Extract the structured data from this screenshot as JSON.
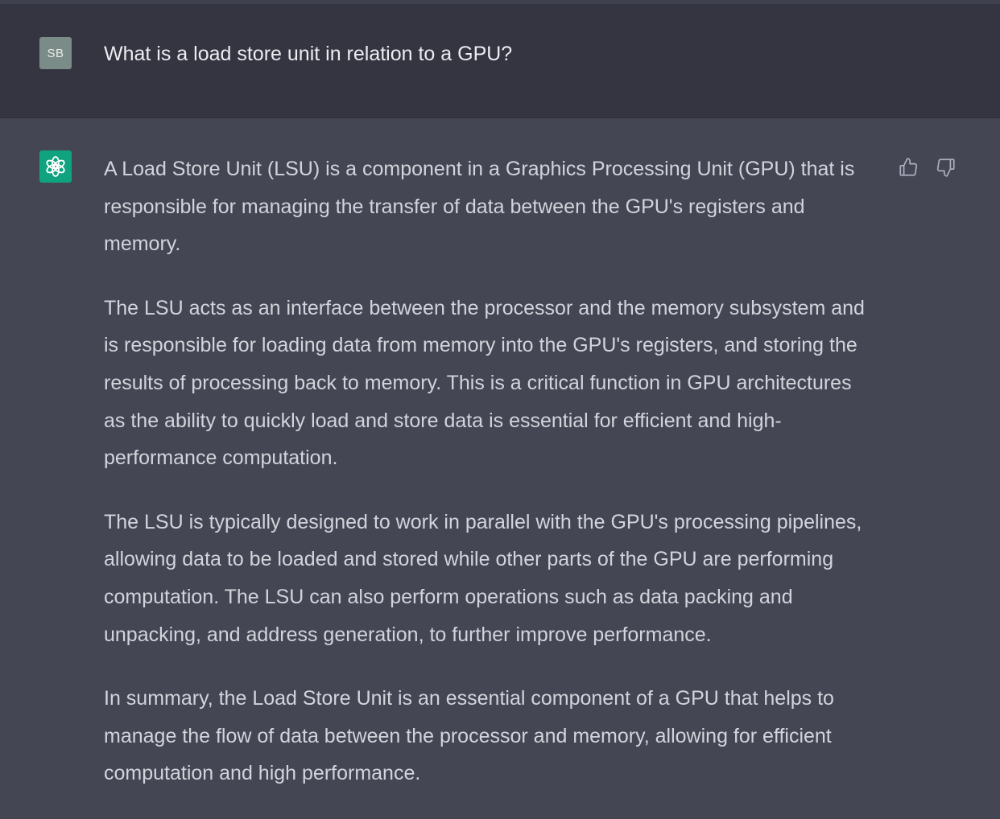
{
  "user_message": {
    "avatar_initials": "SB",
    "text": "What is a load store unit in relation to a GPU?"
  },
  "assistant_message": {
    "avatar_icon": "openai-logo-icon",
    "paragraphs": [
      "A Load Store Unit (LSU) is a component in a Graphics Processing Unit (GPU) that is responsible for managing the transfer of data between the GPU's registers and memory.",
      "The LSU acts as an interface between the processor and the memory subsystem and is responsible for loading data from memory into the GPU's registers, and storing the results of processing back to memory. This is a critical function in GPU architectures as the ability to quickly load and store data is essential for efficient and high-performance computation.",
      "The LSU is typically designed to work in parallel with the GPU's processing pipelines, allowing data to be loaded and stored while other parts of the GPU are performing computation. The LSU can also perform operations such as data packing and unpacking, and address generation, to further improve performance.",
      "In summary, the Load Store Unit is an essential component of a GPU that helps to manage the flow of data between the processor and memory, allowing for efficient computation and high performance."
    ],
    "feedback": {
      "thumbs_up_icon": "thumbs-up-icon",
      "thumbs_down_icon": "thumbs-down-icon"
    }
  },
  "colors": {
    "user_row_bg": "#343541",
    "assistant_row_bg": "#444654",
    "assistant_avatar_bg": "#10a37f",
    "user_avatar_bg": "#7b8b87",
    "text": "#d1d5db"
  }
}
